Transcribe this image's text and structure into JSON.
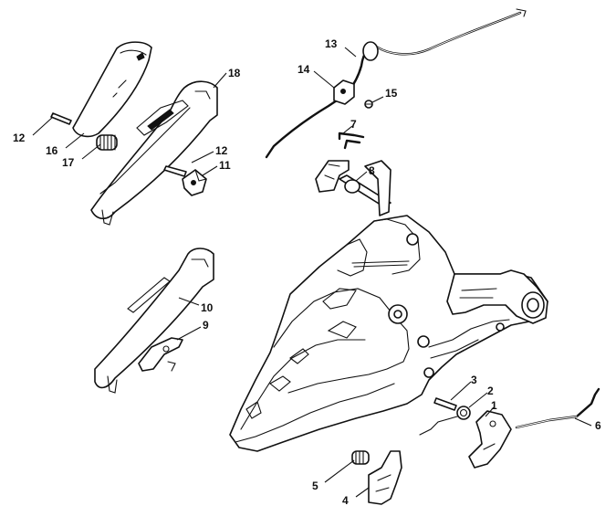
{
  "diagram": {
    "callouts": [
      {
        "id": "c1",
        "text": "1"
      },
      {
        "id": "c2",
        "text": "2"
      },
      {
        "id": "c3",
        "text": "3"
      },
      {
        "id": "c4",
        "text": "4"
      },
      {
        "id": "c5",
        "text": "5"
      },
      {
        "id": "c6",
        "text": "6"
      },
      {
        "id": "c7",
        "text": "7"
      },
      {
        "id": "c8",
        "text": "8"
      },
      {
        "id": "c9",
        "text": "9"
      },
      {
        "id": "c10",
        "text": "10"
      },
      {
        "id": "c11",
        "text": "11"
      },
      {
        "id": "c12a",
        "text": "12"
      },
      {
        "id": "c12b",
        "text": "12"
      },
      {
        "id": "c13",
        "text": "13"
      },
      {
        "id": "c14",
        "text": "14"
      },
      {
        "id": "c15",
        "text": "15"
      },
      {
        "id": "c16",
        "text": "16"
      },
      {
        "id": "c17",
        "text": "17"
      },
      {
        "id": "c18",
        "text": "18"
      }
    ]
  }
}
